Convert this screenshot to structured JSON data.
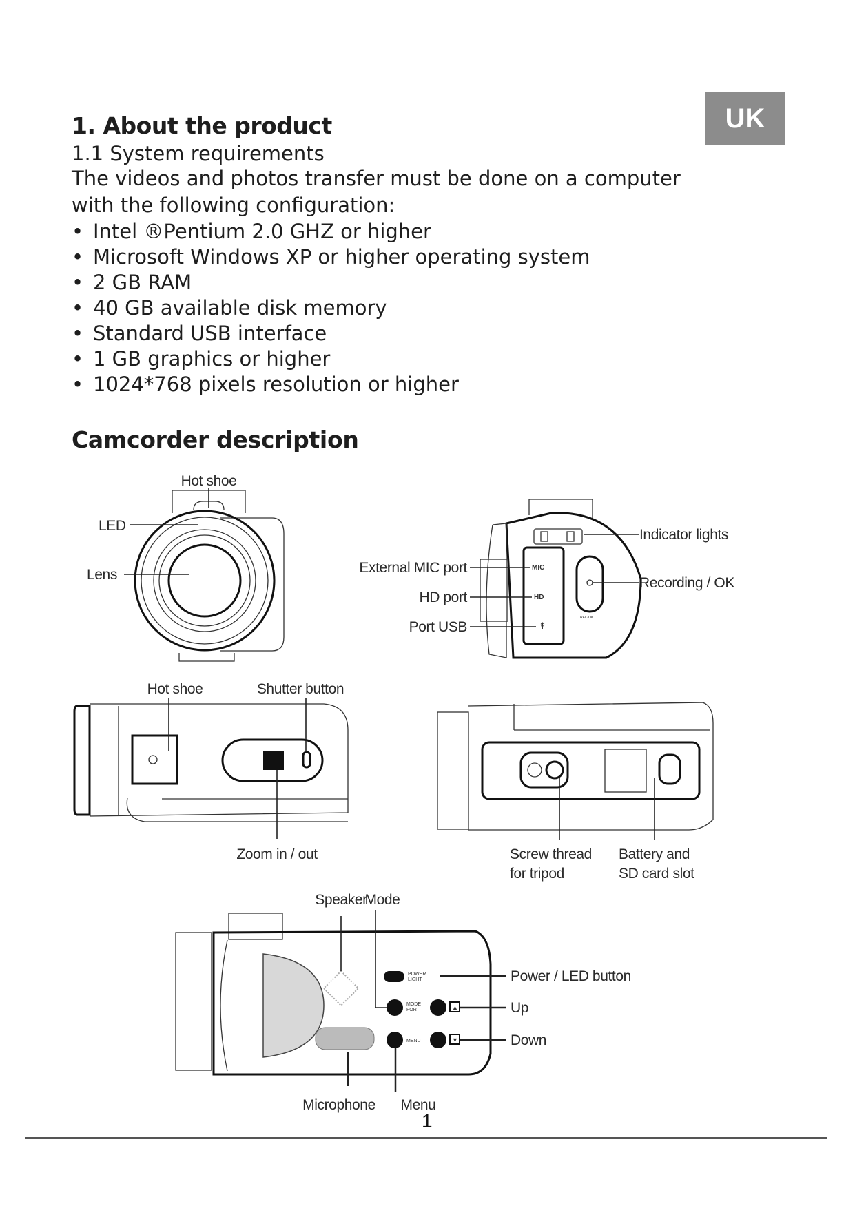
{
  "header": {
    "section_title": "1. About the product",
    "language_badge": "UK"
  },
  "system_requirements": {
    "subtitle": "1.1 System requirements",
    "intro_line1": "The videos and photos transfer must be done on a computer",
    "intro_line2": "with the following configuration:",
    "bullet_glyph": "•",
    "items": [
      "Intel ®Pentium 2.0 GHZ or higher",
      "Microsoft Windows XP or higher operating system",
      "2 GB RAM",
      "40 GB available disk memory",
      "Standard USB interface",
      "1 GB graphics or higher",
      "1024*768 pixels resolution or higher"
    ]
  },
  "camcorder": {
    "title": "Camcorder description",
    "front_view": {
      "hot_shoe": "Hot shoe",
      "led": "LED",
      "lens": "Lens"
    },
    "side_view": {
      "external_mic_port": "External MIC port",
      "hd_port": "HD port",
      "port_usb": "Port USB",
      "indicator_lights": "Indicator lights",
      "recording_ok": "Recording / OK",
      "panel_mic": "MIC",
      "panel_hd": "HD",
      "button_mark": "REC/OK"
    },
    "top_view": {
      "hot_shoe": "Hot shoe",
      "shutter_button": "Shutter button",
      "zoom": "Zoom in / out"
    },
    "bottom_view": {
      "screw_thread_line1": "Screw thread",
      "screw_thread_line2": "for tripod",
      "battery_line1": "Battery and",
      "battery_line2": "SD card slot"
    },
    "back_view": {
      "speaker": "Speaker",
      "mode": "Mode",
      "power_led": "Power / LED button",
      "up": "Up",
      "down": "Down",
      "microphone": "Microphone",
      "menu": "Menu",
      "mark_power": "POWER",
      "mark_light": "LIGHT",
      "mark_mode": "MODE",
      "mark_for": "FOR",
      "mark_menu": "MENU"
    }
  },
  "footer": {
    "page_number": "1"
  }
}
